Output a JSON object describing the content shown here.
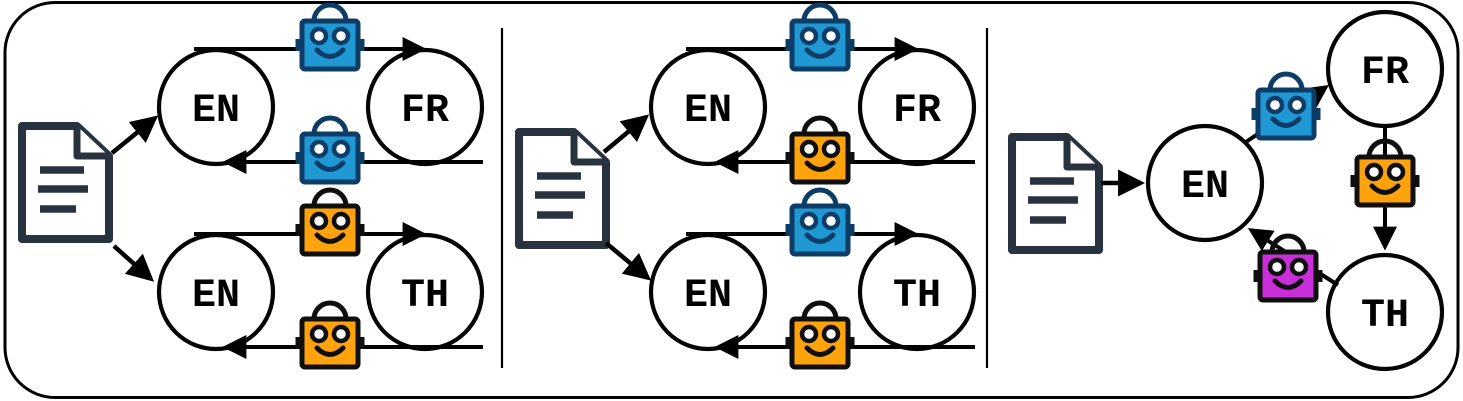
{
  "figure": {
    "type": "translation-workflow-diagram",
    "panels": [
      {
        "name": "panel-left",
        "source_icon": "document",
        "pairs": [
          {
            "source": "EN",
            "target": "FR",
            "forward_robot": "blue",
            "backward_robot": "blue"
          },
          {
            "source": "EN",
            "target": "TH",
            "forward_robot": "orange",
            "backward_robot": "orange"
          }
        ]
      },
      {
        "name": "panel-middle",
        "source_icon": "document",
        "pairs": [
          {
            "source": "EN",
            "target": "FR",
            "forward_robot": "blue",
            "backward_robot": "orange"
          },
          {
            "source": "EN",
            "target": "TH",
            "forward_robot": "blue",
            "backward_robot": "orange"
          }
        ]
      },
      {
        "name": "panel-right",
        "source_icon": "document",
        "cycle": {
          "nodes": [
            "EN",
            "FR",
            "TH"
          ],
          "edges": [
            {
              "from": "document",
              "to": "EN",
              "robot": null
            },
            {
              "from": "EN",
              "to": "FR",
              "robot": "blue"
            },
            {
              "from": "FR",
              "to": "TH",
              "robot": "orange"
            },
            {
              "from": "TH",
              "to": "EN",
              "robot": "magenta"
            }
          ]
        }
      }
    ]
  },
  "colors": {
    "background": "#ffffff",
    "border": "#000000",
    "line": "#000000",
    "node_fill": "#ffffff",
    "node_stroke": "#050505",
    "label_text": "#000000",
    "document_stroke": "#28333f",
    "robot_blue_fill": "#1f98d4",
    "robot_blue_stroke": "#0d3d66",
    "robot_orange_fill": "#ffa30d",
    "robot_magenta_fill": "#c92fd9",
    "robot_dark_stroke": "#0f0f0f",
    "robot_eye_fill": "#ffffff"
  }
}
